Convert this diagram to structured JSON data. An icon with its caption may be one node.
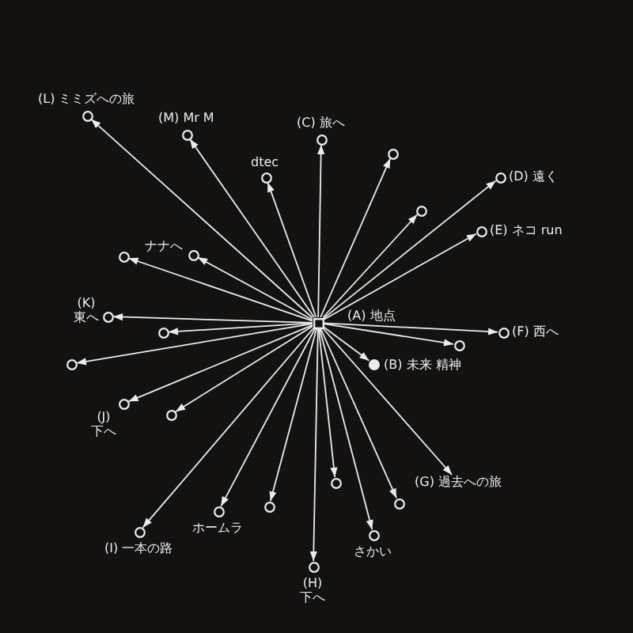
{
  "diagram": {
    "nodes": [
      {
        "text": [],
        "shape": "circle",
        "beside": [
          "(L) ミミズへの旅"
        ]
      },
      {
        "text": [],
        "shape": "circle",
        "beside": [
          "(C) 旅へ"
        ]
      },
      {
        "text": [],
        "shape": "circle",
        "beside": [
          "(M) Mr M"
        ]
      },
      {
        "text": [],
        "shape": "circle"
      },
      {
        "text": [],
        "shape": "circle",
        "beside": [
          "(D) 遠く"
        ]
      },
      {
        "text": [],
        "shape": "circle",
        "beside": [
          "dtec"
        ]
      },
      {
        "text": [],
        "shape": "circle"
      },
      {
        "text": [],
        "shape": "circle",
        "beside": [
          "ナナへ"
        ]
      },
      {
        "text": [],
        "shape": "circle"
      },
      {
        "text": [],
        "shape": "circle",
        "beside": [
          "(E) ネコ run"
        ]
      },
      {
        "text": [],
        "shape": "circle",
        "beside": [
          "(K) 東へ"
        ]
      },
      {
        "text": [],
        "shape": "box",
        "beside": [
          "(A) 地点"
        ]
      },
      {
        "text": [],
        "shape": "circle",
        "beside": [
          "(F) 西へ"
        ]
      },
      {
        "text": [],
        "shape": "circle"
      },
      {
        "text": [],
        "shape": "dot",
        "beside": [
          "(B) 未来 精神"
        ]
      },
      {
        "text": [],
        "shape": "circle"
      },
      {
        "text": [],
        "shape": "circle"
      },
      {
        "text": [],
        "shape": "circle",
        "beside": [
          "(J) 下へ"
        ]
      },
      {
        "text": [],
        "shape": "circle"
      },
      {
        "text": [
          "(G) 過去への旅"
        ]
      },
      {
        "text": [],
        "shape": "circle"
      },
      {
        "text": [],
        "shape": "circle"
      },
      {
        "text": [],
        "shape": "circle"
      },
      {
        "text": [],
        "shape": "circle",
        "beside": [
          "ホームラ"
        ]
      },
      {
        "text": [],
        "shape": "circle",
        "beside": [
          "(I) 一本の路"
        ]
      },
      {
        "text": [],
        "shape": "circle",
        "beside": [
          "さかい"
        ]
      },
      {
        "text": [],
        "shape": "circle",
        "beside": [
          "(H) 下へ"
        ]
      }
    ],
    "edges": [
      {
        "from": 11,
        "to": 0,
        "arrow": "to"
      },
      {
        "from": 11,
        "to": 1,
        "arrow": "to"
      },
      {
        "from": 11,
        "to": 2,
        "arrow": "to"
      },
      {
        "from": 11,
        "to": 3,
        "arrow": "to"
      },
      {
        "from": 11,
        "to": 4,
        "arrow": "to"
      },
      {
        "from": 11,
        "to": 5,
        "arrow": "to"
      },
      {
        "from": 11,
        "to": 6,
        "arrow": "to"
      },
      {
        "from": 11,
        "to": 7,
        "arrow": "to"
      },
      {
        "from": 11,
        "to": 8,
        "arrow": "to"
      },
      {
        "from": 11,
        "to": 9,
        "arrow": "to"
      },
      {
        "from": 11,
        "to": 10,
        "arrow": "to"
      },
      {
        "from": 11,
        "to": 12,
        "arrow": "to"
      },
      {
        "from": 11,
        "to": 13,
        "arrow": "to"
      },
      {
        "from": 11,
        "to": 14,
        "arrow": "to"
      },
      {
        "from": 11,
        "to": 15,
        "arrow": "to"
      },
      {
        "from": 11,
        "to": 16,
        "arrow": "to"
      },
      {
        "from": 11,
        "to": 17,
        "arrow": "to"
      },
      {
        "from": 11,
        "to": 18,
        "arrow": "to"
      },
      {
        "from": 11,
        "to": 19,
        "arrow": "to"
      },
      {
        "from": 11,
        "to": 20,
        "arrow": "to"
      },
      {
        "from": 11,
        "to": 21,
        "arrow": "to"
      },
      {
        "from": 11,
        "to": 22,
        "arrow": "to"
      },
      {
        "from": 11,
        "to": 23,
        "arrow": "to"
      },
      {
        "from": 11,
        "to": 24,
        "arrow": "to"
      },
      {
        "from": 11,
        "to": 25,
        "arrow": "to"
      },
      {
        "from": 11,
        "to": 26,
        "arrow": "to"
      }
    ]
  }
}
